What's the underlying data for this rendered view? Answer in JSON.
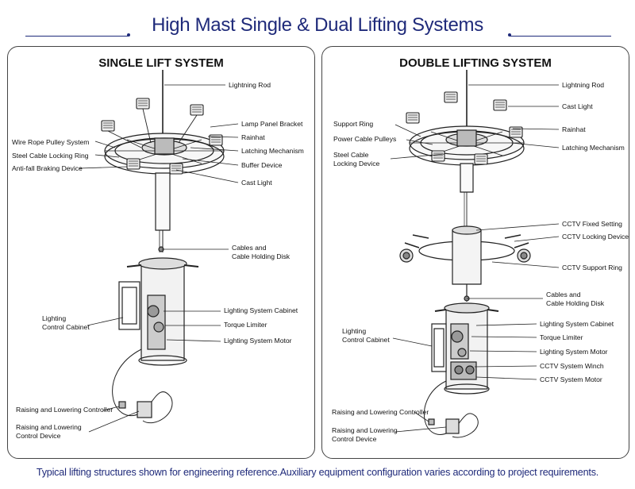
{
  "title": "High Mast Single & Dual Lifting Systems",
  "footer": "Typical lifting structures shown for engineering reference.Auxiliary equipment configuration varies according to project requirements.",
  "single": {
    "heading": "SINGLE LIFT SYSTEM",
    "labels": {
      "lightning_rod": "Lightning Rod",
      "lamp_panel_bracket": "Lamp Panel Bracket",
      "rainhat": "Rainhat",
      "latching_mechanism": "Latching Mechanism",
      "buffer_device": "Buffer Device",
      "cast_light": "Cast Light",
      "wire_rope_pulley": "Wire Rope Pulley System",
      "steel_cable_locking_ring": "Steel Cable Locking Ring",
      "anti_fall_braking": "Anti-fall Braking Device",
      "cables_line1": "Cables and",
      "cables_line2": "Cable Holding Disk",
      "lighting_control_line1": "Lighting",
      "lighting_control_line2": "Control Cabinet",
      "lighting_system_cabinet": "Lighting System Cabinet",
      "torque_limiter": "Torque Limiter",
      "lighting_system_motor": "Lighting System Motor",
      "raising_controller": "Raising and Lowering Controller",
      "raising_device_line1": "Raising and Lowering",
      "raising_device_line2": "Control Device"
    }
  },
  "double": {
    "heading": "DOUBLE LIFTING SYSTEM",
    "labels": {
      "lightning_rod": "Lightning Rod",
      "cast_light": "Cast Light",
      "rainhat": "Rainhat",
      "latching_mechanism": "Latching Mechanism",
      "support_ring": "Support Ring",
      "power_cable_pulleys": "Power Cable Pulleys",
      "steel_cable_line1": "Steel Cable",
      "steel_cable_line2": "Locking Device",
      "cctv_fixed_setting": "CCTV Fixed Setting",
      "cctv_locking_device": "CCTV Locking Device",
      "cctv_support_ring": "CCTV Support Ring",
      "cables_line1": "Cables and",
      "cables_line2": "Cable Holding Disk",
      "lighting_control_line1": "Lighting",
      "lighting_control_line2": "Control Cabinet",
      "lighting_system_cabinet": "Lighting System Cabinet",
      "torque_limiter": "Torque Limiter",
      "lighting_system_motor": "Lighting System Motor",
      "cctv_system_winch": "CCTV System Winch",
      "cctv_system_motor": "CCTV System Motor",
      "raising_controller": "Raising and Lowering Controller",
      "raising_device_line1": "Raising and Lowering",
      "raising_device_line2": "Control Device"
    }
  }
}
